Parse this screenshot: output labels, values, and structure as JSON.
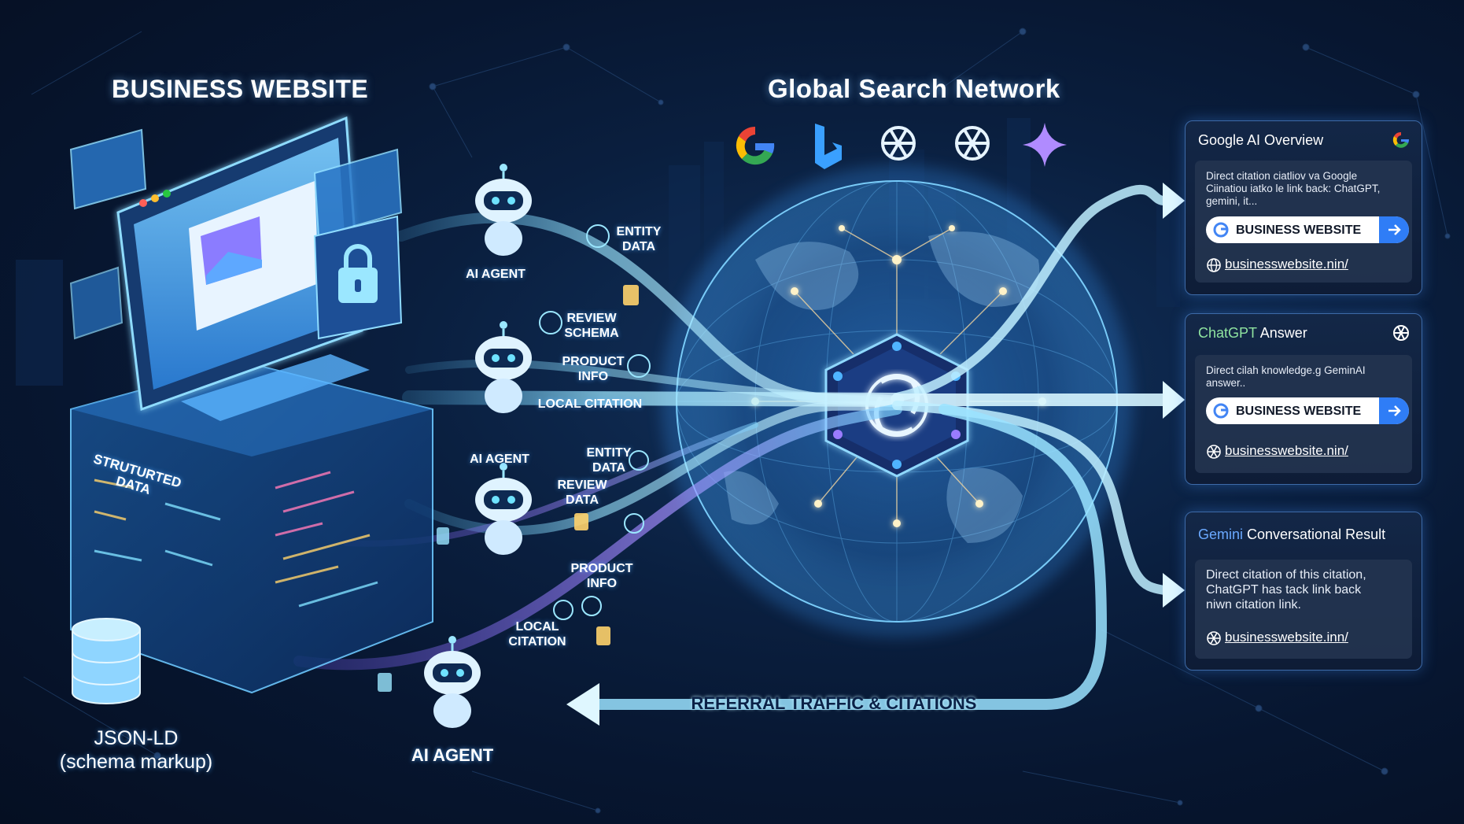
{
  "titles": {
    "business_website": "BUSINESS WEBSITE",
    "global_search": "Global Search Network"
  },
  "left": {
    "structured_data": "STRUTURTED DATA",
    "json_ld": "JSON-LD",
    "schema_markup": "(schema markup)"
  },
  "flow_labels": {
    "ai_agent_1": "AI AGENT",
    "entity_data_1": [
      "ENTITY",
      "DATA"
    ],
    "review_schema": [
      "REVIEW",
      "SCHEMA"
    ],
    "product_info_1": [
      "PRODUCT",
      "INFO"
    ],
    "local_citation_1": "LOCAL CITATION",
    "ai_agent_2": "AI AGENT",
    "entity_data_2": [
      "ENTITY",
      "DATA"
    ],
    "review_data": [
      "REVIEW",
      "DATA"
    ],
    "product_info_2": [
      "PRODUCT",
      "INFO"
    ],
    "local_citation_2": [
      "LOCAL",
      "CITATION"
    ],
    "ai_agent_3": "AI AGENT",
    "referral": "REFERRAL TRAFFIC & CITATIONS"
  },
  "search_engines": [
    "google-icon",
    "bing-icon",
    "openai-icon",
    "openai-icon",
    "gemini-sparkle-icon"
  ],
  "cards": [
    {
      "title": "Google AI Overview",
      "snippet_lines": [
        "Direct citation ciatliov va Google",
        "Ciinatiou iatko le link back: ChatGPT,",
        "gemini, it..."
      ],
      "pill_text": "BUSINESS WEBSITE",
      "link": "businesswebsite.nin/",
      "link_icon": "globe-icon"
    },
    {
      "title_prefix": "ChatGPT",
      "title_suffix": " Answer",
      "snippet_lines": [
        "Direct cilah knowledge.g GeminAI",
        "answer.."
      ],
      "pill_text": "BUSINESS WEBSITE",
      "link": "businesswebsite.nin/",
      "link_icon": "openai-icon"
    },
    {
      "title_prefix": "Gemini",
      "title_suffix": " Conversational Result",
      "snippet_lines": [
        "Direct citation of this citation,",
        "ChatGPT has tack link back",
        "niwn citation link."
      ],
      "link": "businesswebsite.inn/",
      "link_icon": "openai-icon"
    }
  ],
  "colors": {
    "background": "#061326",
    "flow_cyan": "#7fdcff",
    "flow_purple": "#9a7cff",
    "accent_blue": "#2f7df6",
    "chatgpt_green": "#8fe3a0",
    "gemini_blue": "#6aa9ff"
  }
}
